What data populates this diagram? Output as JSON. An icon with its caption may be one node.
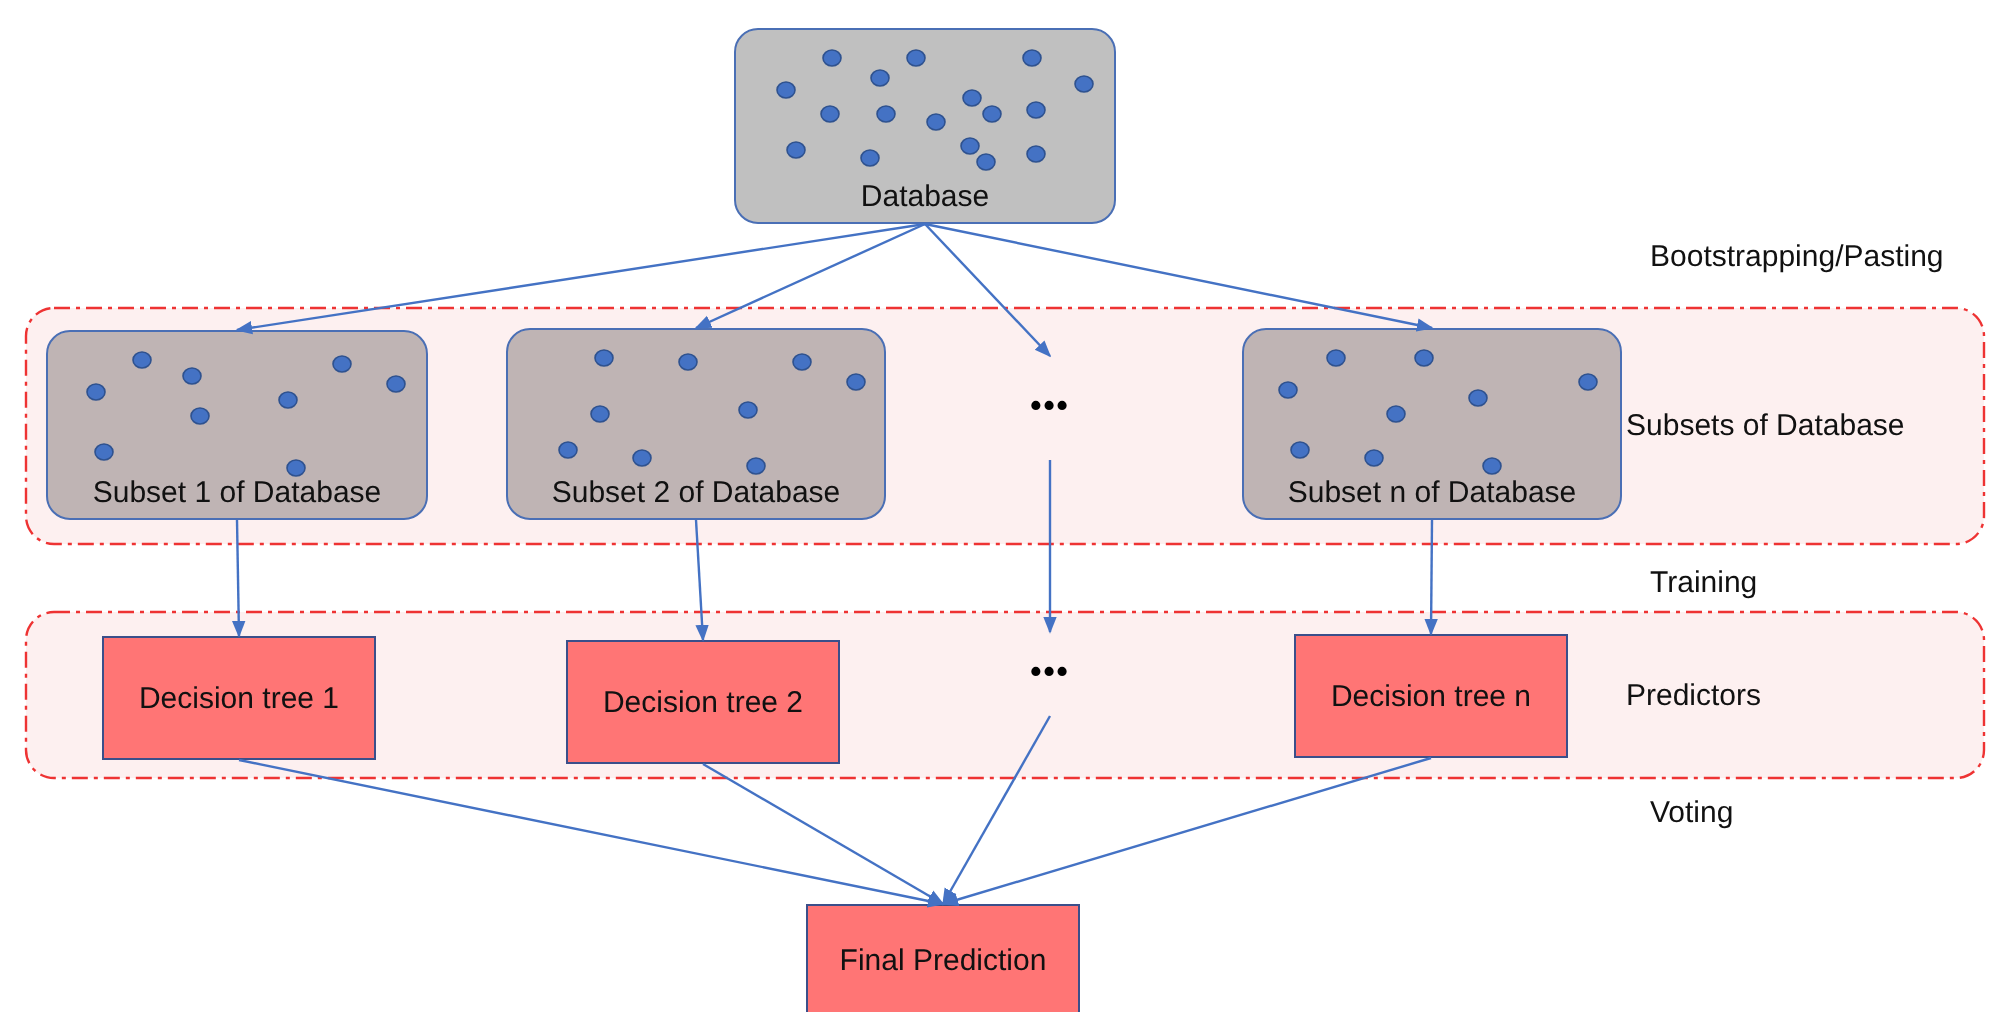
{
  "diagram": {
    "nodes": [
      {
        "text": [
          "Database"
        ]
      },
      {
        "text": [
          "Subsets of Database"
        ]
      },
      {
        "text": [
          "Subset 1 of Database"
        ],
        "in": 1
      },
      {
        "text": [
          "Subset 2 of Database"
        ],
        "in": 1
      },
      {
        "text": [
          "•••"
        ],
        "in": 1
      },
      {
        "text": [
          "Subset n of Database"
        ],
        "in": 1
      },
      {
        "text": [
          "Predictors"
        ]
      },
      {
        "text": [
          "Decision tree 1"
        ],
        "in": 6
      },
      {
        "text": [
          "Decision tree 2"
        ],
        "in": 6
      },
      {
        "text": [
          "•••"
        ],
        "in": 6
      },
      {
        "text": [
          "Decision tree n"
        ],
        "in": 6
      },
      {
        "text": [
          "Final Prediction"
        ]
      }
    ],
    "edges": [
      {
        "from": 0,
        "to": 2,
        "arrow": "to"
      },
      {
        "from": 0,
        "to": 3,
        "arrow": "to"
      },
      {
        "from": 0,
        "to": 4,
        "arrow": "to"
      },
      {
        "from": 0,
        "to": 5,
        "arrow": "to"
      },
      {
        "from": 2,
        "to": 7,
        "arrow": "to"
      },
      {
        "from": 3,
        "to": 8,
        "arrow": "to"
      },
      {
        "from": 4,
        "to": 9,
        "arrow": "to"
      },
      {
        "from": 5,
        "to": 10,
        "arrow": "to"
      },
      {
        "from": 7,
        "to": 11,
        "arrow": "to"
      },
      {
        "from": 8,
        "to": 11,
        "arrow": "to"
      },
      {
        "from": 9,
        "to": 11,
        "arrow": "to"
      },
      {
        "from": 10,
        "to": 11,
        "arrow": "to"
      }
    ],
    "labels": [
      "Bootstrapping/Pasting",
      "Training",
      "Voting"
    ]
  }
}
